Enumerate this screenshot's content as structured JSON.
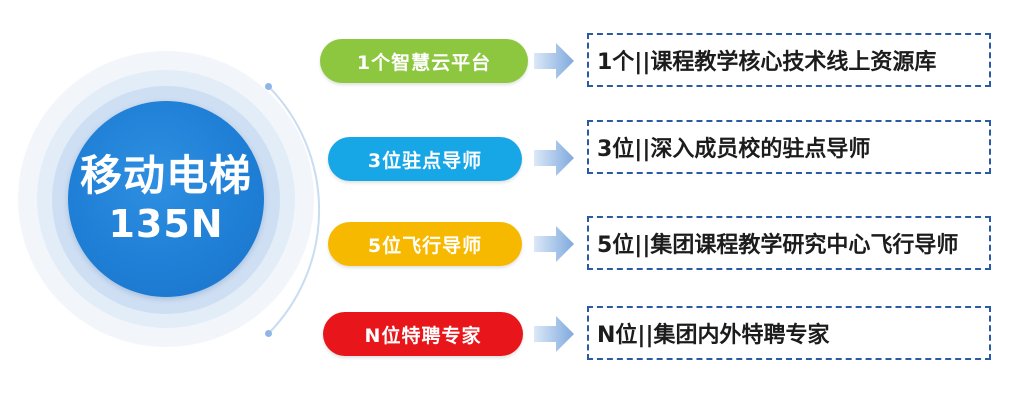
{
  "hub": {
    "title": "移动电梯",
    "subtitle": "135N"
  },
  "items": [
    {
      "pill": "1个智慧云平台",
      "desc": "1个||课程教学核心技术线上资源库",
      "color": "#8dc63f"
    },
    {
      "pill": "3位驻点导师",
      "desc": "3位||深入成员校的驻点导师",
      "color": "#18a7e6"
    },
    {
      "pill": "5位飞行导师",
      "desc": "5位||集团课程教学研究中心飞行导师",
      "color": "#f6b900"
    },
    {
      "pill": "N位特聘专家",
      "desc": "N位||集团内外特聘专家",
      "color": "#e8161b"
    }
  ],
  "colors": {
    "hub": "#1f7fd6",
    "box_border": "#2a5aa6",
    "arrow": "#8fb6e6"
  }
}
